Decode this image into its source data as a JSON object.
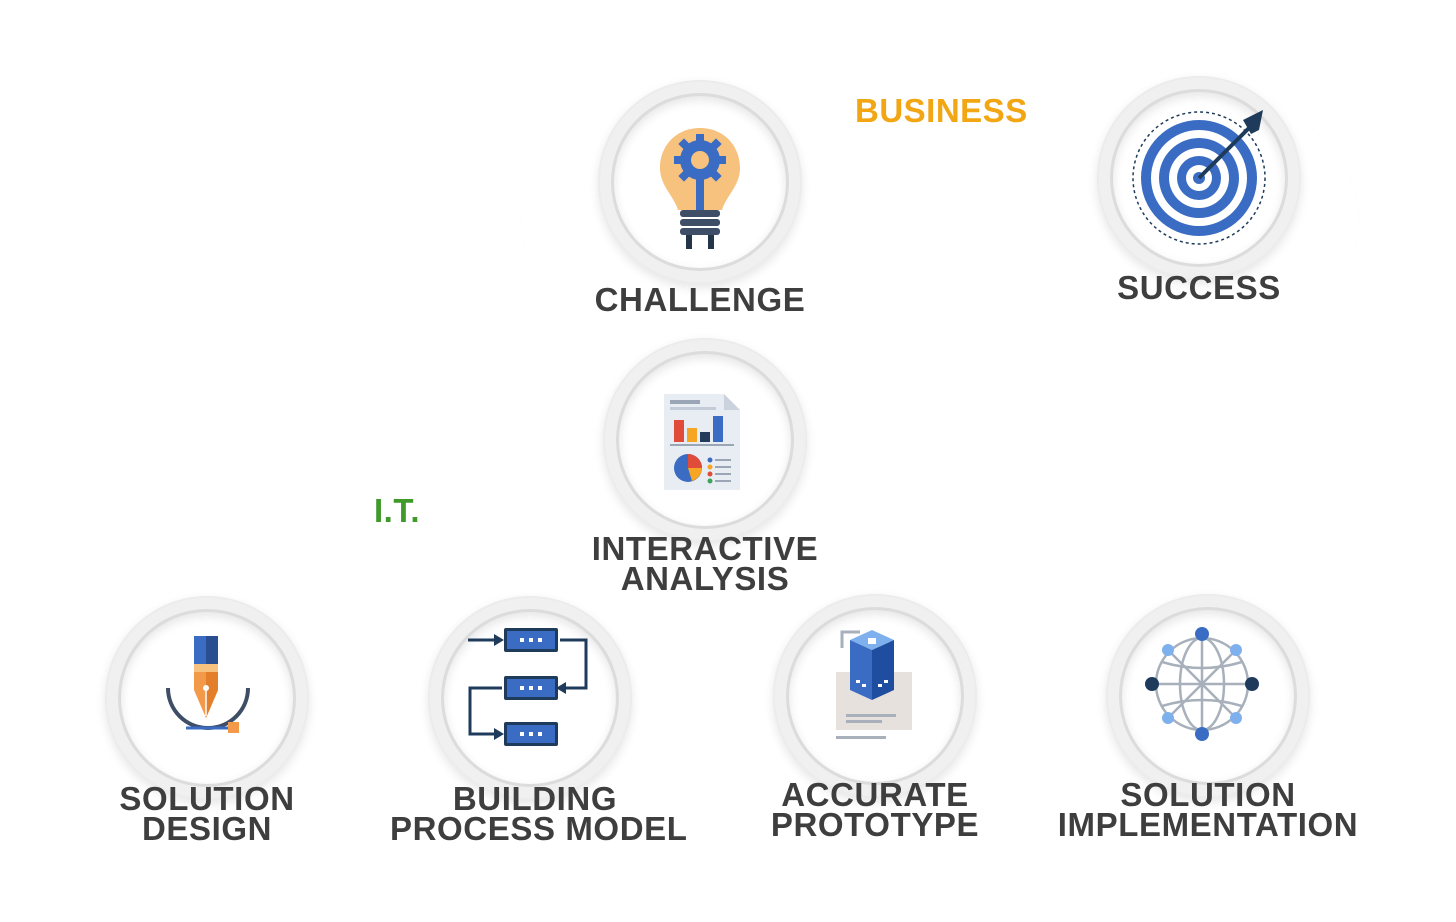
{
  "groups": {
    "business": "BUSINESS",
    "it": "I.T."
  },
  "nodes": {
    "challenge": {
      "line1": "CHALLENGE",
      "icon": "lightbulb-gear-icon"
    },
    "success": {
      "line1": "SUCCESS",
      "icon": "target-icon"
    },
    "interactive_analysis": {
      "line1": "INTERACTIVE",
      "line2": "ANALYSIS",
      "icon": "report-chart-icon"
    },
    "solution_design": {
      "line1": "SOLUTION",
      "line2": "DESIGN",
      "icon": "pen-nib-icon"
    },
    "building_process_model": {
      "line1": "BUILDING",
      "line2": "PROCESS MODEL",
      "icon": "process-flow-icon"
    },
    "accurate_prototype": {
      "line1": "ACCURATE",
      "line2": "PROTOTYPE",
      "icon": "prototype-block-icon"
    },
    "solution_implementation": {
      "line1": "SOLUTION",
      "line2": "IMPLEMENTATION",
      "icon": "network-globe-icon"
    }
  },
  "colors": {
    "business": "#f2a614",
    "it": "#3f9a2a",
    "label": "#3e3e3e",
    "icon_blue": "#3b6cc4",
    "icon_navy": "#1f3b5c"
  }
}
